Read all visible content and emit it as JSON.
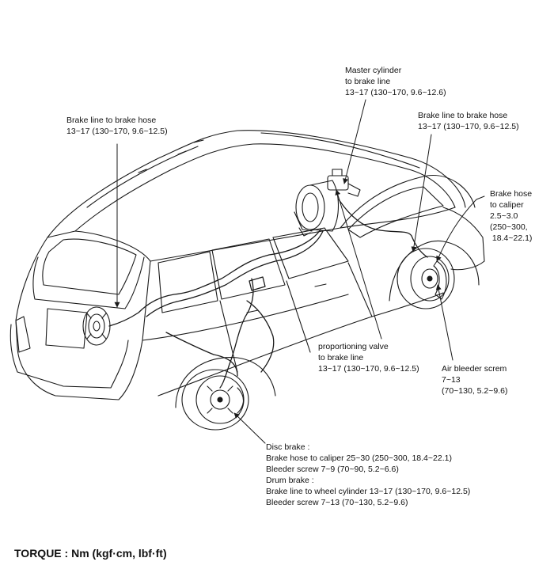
{
  "callouts": {
    "master_cylinder": {
      "lines": [
        "Master cylinder",
        "to brake line",
        "13~17 (130~170, 9.6~12.6)"
      ]
    },
    "rear_left_brake_line": {
      "lines": [
        "Brake line to brake hose",
        "13~17 (130~170, 9.6~12.5)"
      ]
    },
    "front_right_brake_line": {
      "lines": [
        "Brake line to brake hose",
        "13~17 (130~170, 9.6~12.5)"
      ]
    },
    "brake_hose_caliper": {
      "lines": [
        "Brake hose",
        "to caliper",
        "2.5~3.0",
        "(250~300,",
        " 18.4~22.1)"
      ]
    },
    "proportioning_valve": {
      "lines": [
        "proportioning valve",
        "to brake line",
        "13~17 (130~170, 9.6~12.5)"
      ]
    },
    "air_bleeder": {
      "lines": [
        "Air bleeder screm",
        "7~13",
        "(70~130, 5.2~9.6)"
      ]
    },
    "disc_drum_brake": {
      "lines": [
        "Disc brake :",
        "Brake hose to caliper 25~30 (250~300, 18.4~22.1)",
        "Bleeder screw 7~9 (70~90, 5.2~6.6)",
        "Drum brake :",
        "Brake line to wheel cylinder 13~17 (130~170, 9.6~12.5)",
        "Bleeder screw 7~13 (70~130, 5.2~9.6)"
      ]
    }
  },
  "footer": {
    "torque_label": "TORQUE : Nm (kgf·cm, lbf·ft)"
  },
  "colors": {
    "line": "#1a1a1a",
    "background": "#ffffff"
  }
}
